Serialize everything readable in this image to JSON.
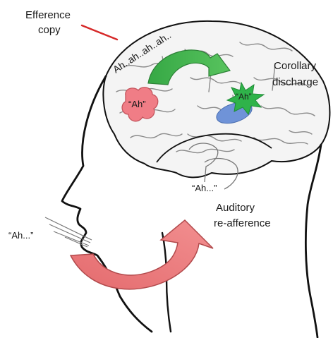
{
  "labels": {
    "efference_copy_line1": "Efference",
    "efference_copy_line2": "copy",
    "inner_speech": "Ah..ah..ah..ah..",
    "motor_ah": "“Ah”",
    "sensory_ah": "“Ah”",
    "corollary_line1": "Corollary",
    "corollary_line2": "discharge",
    "ear_ah": "“Ah...”",
    "auditory_line1": "Auditory",
    "auditory_line2": "re-afference",
    "mouth_ah": "“Ah...”"
  },
  "colors": {
    "outline": "#111111",
    "brain_fill": "#f4f4f4",
    "brain_folds": "#8a8a8a",
    "green_arrow": "#3fae49",
    "red_arrow": "#e8787a",
    "pink_blob": "#f07d86",
    "blue_ellipse": "#6f93d8",
    "green_burst": "#2fb34a",
    "pointer_line": "#d62828"
  }
}
